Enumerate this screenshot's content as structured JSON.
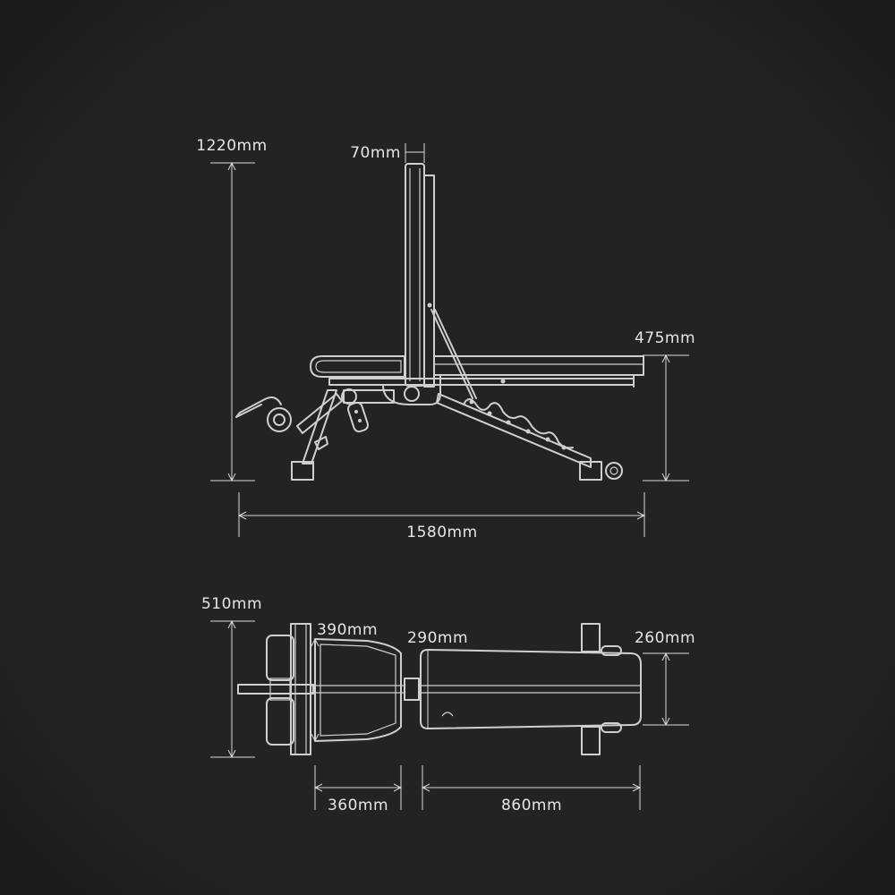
{
  "colors": {
    "background": "#232323",
    "line": "#cfcfcf",
    "text": "#e6e6e6"
  },
  "views": {
    "side": {
      "dims": {
        "total_height": "1220mm",
        "backrest_thickness": "70mm",
        "seat_height": "475mm",
        "total_length": "1580mm"
      }
    },
    "top": {
      "dims": {
        "total_width": "510mm",
        "seat_width": "390mm",
        "back_width_front": "290mm",
        "back_width": "260mm",
        "seat_length": "360mm",
        "back_length": "860mm"
      }
    }
  }
}
